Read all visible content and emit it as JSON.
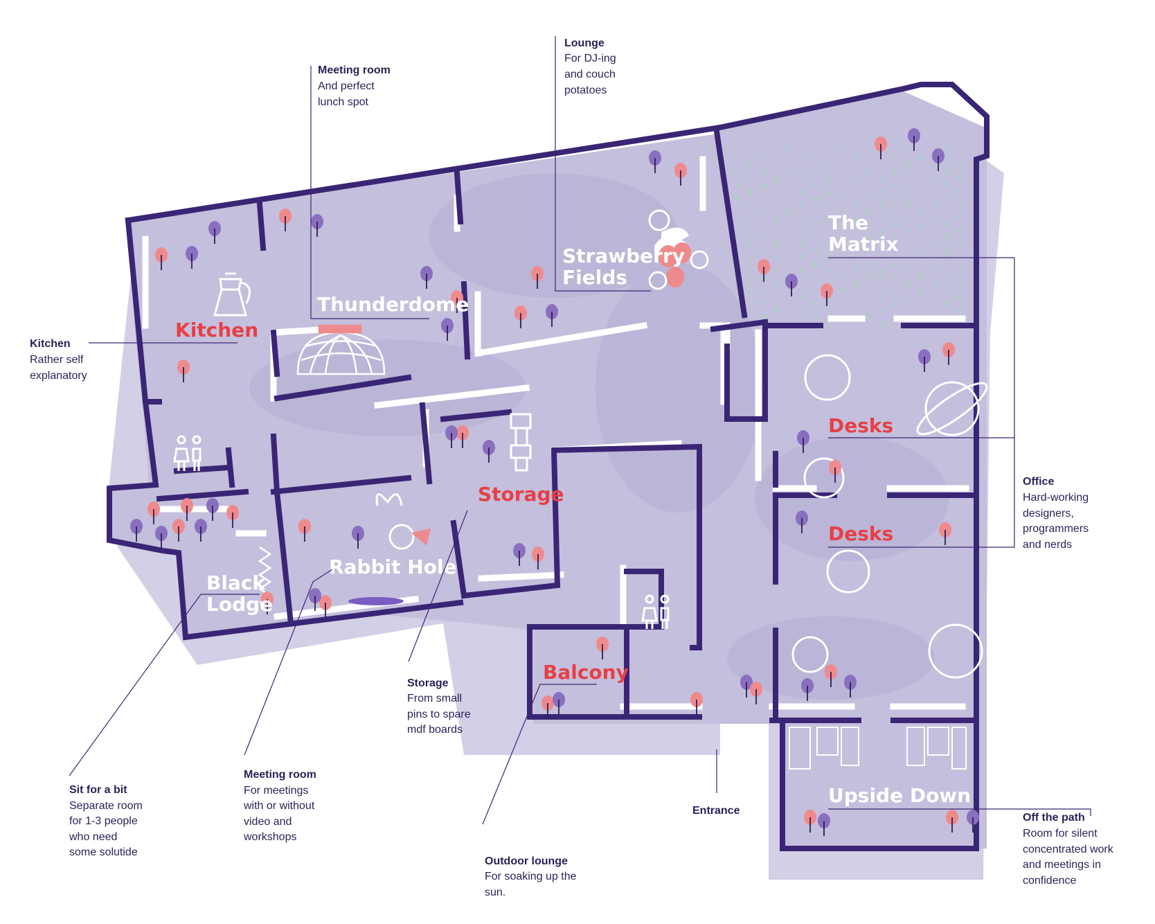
{
  "colors": {
    "wall": "#3a2575",
    "floor": "#c4bfdc",
    "floor_dark": "#b2abd1",
    "shadow": "#cfcbe4",
    "accent_red": "#e64046",
    "white": "#ffffff",
    "text": "#2c1f57",
    "tree_pink": "#ef8a8c",
    "tree_purple": "#8a6fc0",
    "matrix_green": "#9fd9b9"
  },
  "rooms": {
    "kitchen": "Kitchen",
    "thunderdome": "Thunderdome",
    "strawberry_1": "Strawberry",
    "strawberry_2": "Fields",
    "matrix_1": "The",
    "matrix_2": "Matrix",
    "desks_top": "Desks",
    "desks_mid": "Desks",
    "storage": "Storage",
    "rabbit_hole": "Rabbit Hole",
    "black_lodge_1": "Black",
    "black_lodge_2": "Lodge",
    "balcony": "Balcony",
    "upside_down": "Upside Down"
  },
  "annotations": {
    "meeting_top": {
      "title": "Meeting room",
      "lines": [
        "And perfect",
        "lunch spot"
      ]
    },
    "lounge": {
      "title": "Lounge",
      "lines": [
        "For DJ-ing",
        "and couch",
        "potatoes"
      ]
    },
    "kitchen": {
      "title": "Kitchen",
      "lines": [
        "Rather self",
        "explanatory"
      ]
    },
    "office": {
      "title": "Office",
      "lines": [
        "Hard-working",
        "designers,",
        "programmers",
        "and nerds"
      ]
    },
    "storage": {
      "title": "Storage",
      "lines": [
        "From small",
        "pins to spare",
        "mdf boards"
      ]
    },
    "sit": {
      "title": "Sit for a bit",
      "lines": [
        "Separate room",
        "for 1-3 people",
        "who need",
        "some solutide"
      ]
    },
    "meeting_bottom": {
      "title": "Meeting room",
      "lines": [
        "For meetings",
        "with or without",
        "video and",
        "workshops"
      ]
    },
    "outdoor": {
      "title": "Outdoor lounge",
      "lines": [
        "For soaking up the",
        "sun."
      ]
    },
    "entrance": {
      "title": "Entrance",
      "lines": []
    },
    "offpath": {
      "title": "Off the path",
      "lines": [
        "Room for silent",
        "concentrated work",
        "and meetings in",
        "confidence"
      ]
    }
  },
  "matrix_characters": "XPH10J5KLQFMGYBGDE9Z2URE7T84WN3VAC6O"
}
